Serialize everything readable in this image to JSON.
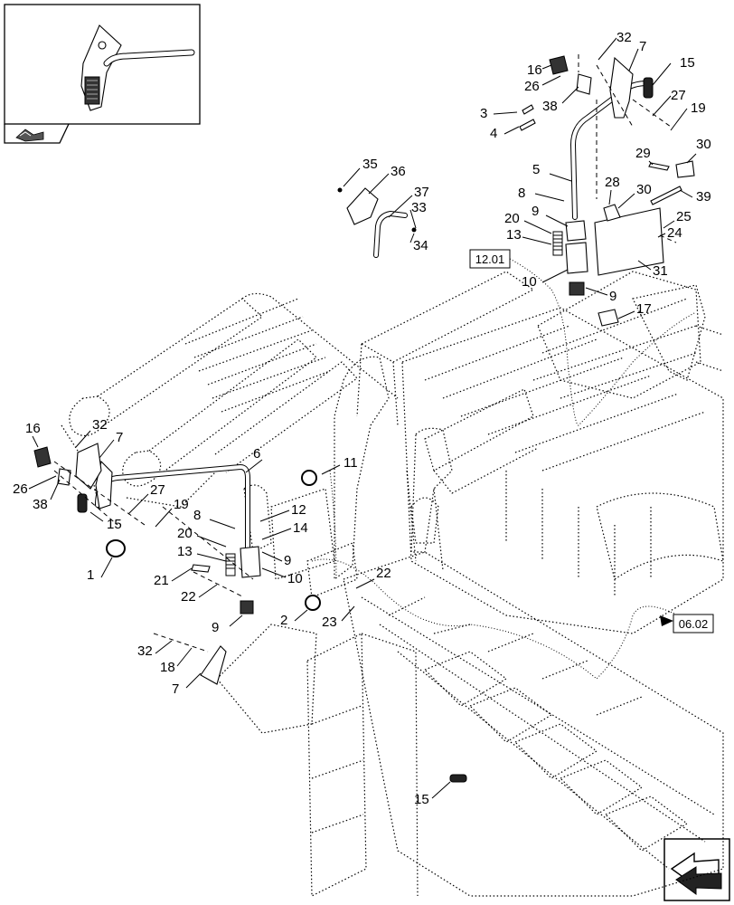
{
  "inset": {
    "view_icon": "view-direction-icon"
  },
  "navigation": {
    "next_icon": "next-page-arrow-icon"
  },
  "references": [
    {
      "label": "12.01"
    },
    {
      "label": "06.02"
    }
  ],
  "callouts": [
    "32",
    "7",
    "16",
    "15",
    "26",
    "38",
    "27",
    "19",
    "3",
    "4",
    "29",
    "30",
    "5",
    "28",
    "30",
    "39",
    "8",
    "25",
    "24",
    "9",
    "20",
    "13",
    "31",
    "35",
    "36",
    "37",
    "33",
    "34",
    "10",
    "9",
    "17",
    "16",
    "32",
    "7",
    "6",
    "26",
    "38",
    "27",
    "19",
    "15",
    "11",
    "12",
    "14",
    "8",
    "20",
    "9",
    "13",
    "10",
    "21",
    "22",
    "22",
    "9",
    "1",
    "2",
    "23",
    "32",
    "18",
    "7",
    "15"
  ]
}
